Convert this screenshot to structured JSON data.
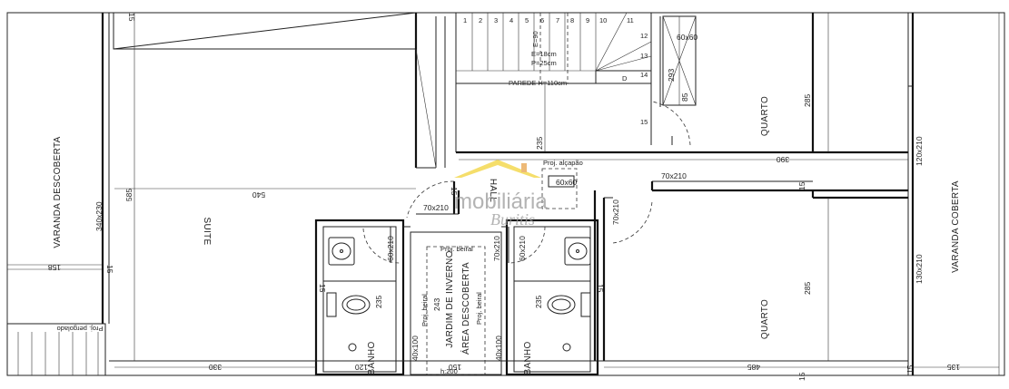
{
  "rooms": {
    "varanda_descoberta": "VARANDA DESCOBERTA",
    "suite": "SUITE",
    "hall": "HALL",
    "quarto_top": "QUARTO",
    "quarto_bottom": "QUARTO",
    "varanda_coberta": "VARANDA COBERTA",
    "banho_left": "BANHO",
    "banho_right": "BANHO",
    "jardim": "JARDIM DE INVERNO",
    "area_descoberta": "ÁREA DESCOBERTA"
  },
  "stairs": {
    "steps": [
      "1",
      "2",
      "3",
      "4",
      "5",
      "6",
      "7",
      "8",
      "9",
      "10",
      "11",
      "12",
      "13",
      "14",
      "15"
    ],
    "spec_e": "E=90",
    "spec_e2": "E=18cm",
    "spec_p": "P=25cm",
    "parede": "PAREDE H=110cm",
    "landing": "D"
  },
  "annotations": {
    "proj_alcapao": "Proj. alçapão",
    "proj_beiral_1": "Proj. beiral",
    "proj_beiral_2": "Proj. beiral",
    "proj_beiral_3": "Proj. beiral",
    "proj_pergolado": "Proj. pergolado",
    "h200": "h:200"
  },
  "dims": {
    "d15_top": "15",
    "d540": "540",
    "d585": "585",
    "d235_hall": "235",
    "d390": "390",
    "d285_top": "285",
    "d285_bottom": "285",
    "d120x210": "120x210",
    "d130x210": "130x210",
    "d340x230": "340x230",
    "d158": "158",
    "d15_left": "15",
    "d70x210_suite": "70x210",
    "d70x210_hall": "70x210",
    "d70x210_q1": "70x210",
    "d70x210_q2": "70x210",
    "d70x210_b1": "70x210",
    "d60x210_b1": "60x210",
    "d60x210_b2": "60x210",
    "d60x60_hall": "60x60",
    "d60x60_stair": "60x60",
    "d235_b1": "235",
    "d235_b2": "235",
    "d243": "243",
    "d330": "330",
    "d120": "120",
    "d150": "150",
    "d485": "485",
    "d135": "135",
    "d40x100_a": "40x100",
    "d40x100_b": "40x100",
    "d15_b1": "15",
    "d15_b2": "15",
    "d15_mid": "15",
    "d15_q": "15",
    "d15_bottom": "15",
    "d293": "293",
    "d85": "85",
    "d15_hall": "15"
  },
  "watermark": {
    "line1": "mobiliária",
    "line2": "Buritis"
  },
  "colors": {
    "watermark_yellow": "#f2d43a",
    "watermark_orange": "#e8a24a",
    "watermark_gray": "#9a9a9a"
  }
}
